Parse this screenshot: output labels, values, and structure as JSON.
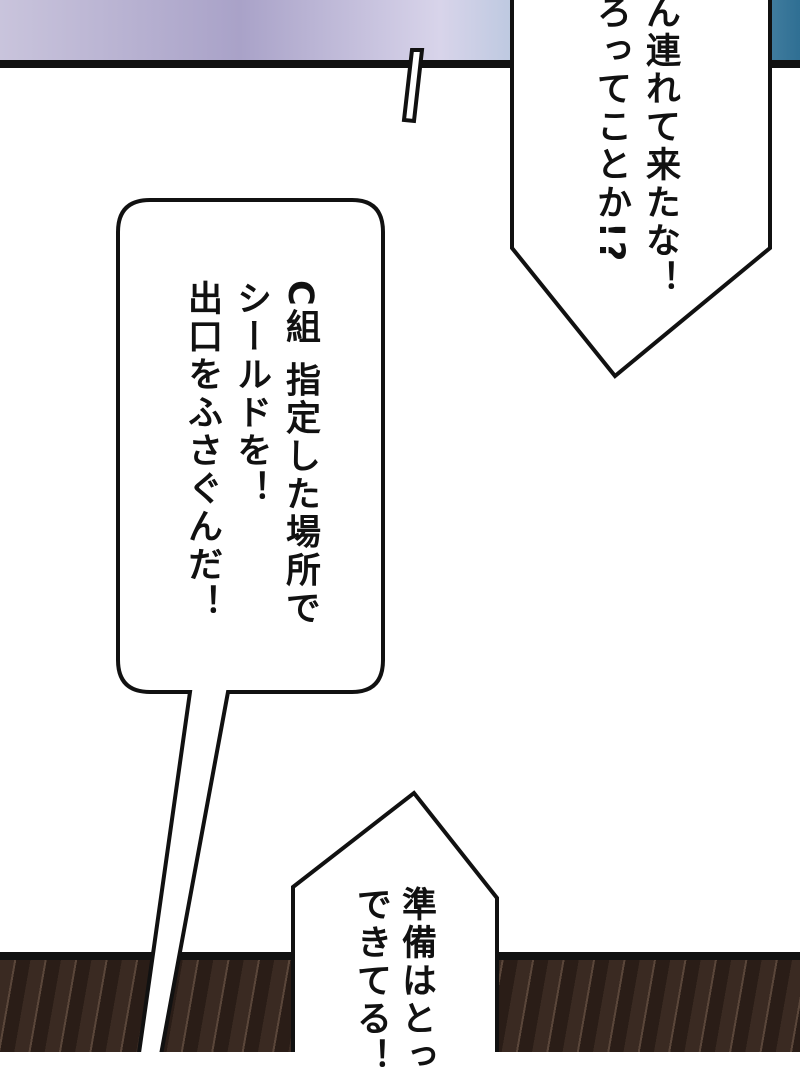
{
  "panels": [
    {
      "name": "top-panel",
      "colors": [
        "#a9a2c8",
        "#2f6f93"
      ]
    },
    {
      "name": "bottom-panel",
      "colors": [
        "#3a2a22"
      ]
    }
  ],
  "bubbles": {
    "top_right": {
      "lines": [
        "ん連れて来たな！",
        "ろってことか!?"
      ]
    },
    "center": {
      "lines": [
        "C組 指定した場所で",
        "シールドを！",
        "出口をふさぐんだ！"
      ]
    },
    "bottom": {
      "lines": [
        "準備はとっ",
        "できてる！"
      ]
    }
  }
}
